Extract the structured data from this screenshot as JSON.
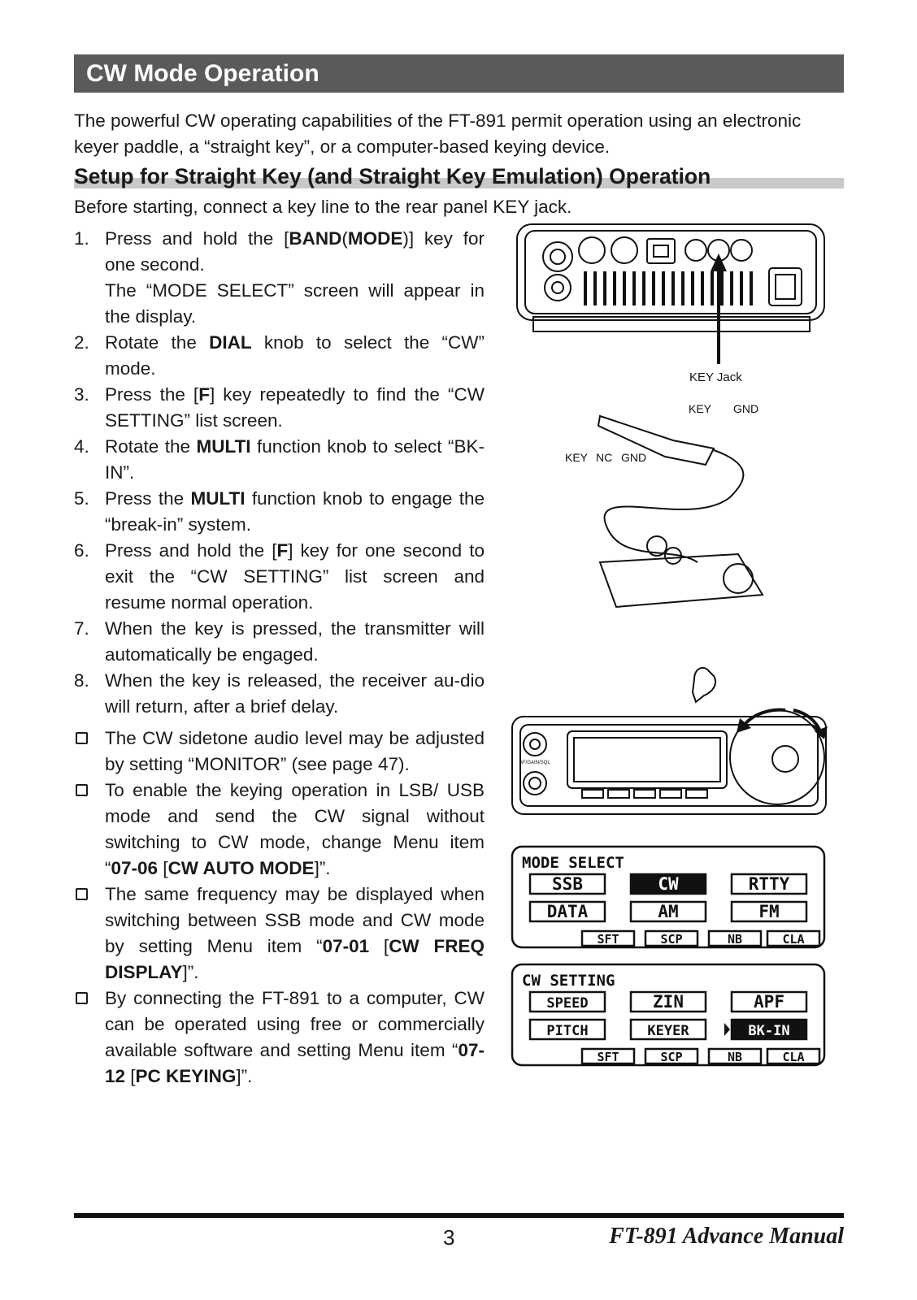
{
  "page_title": "CW Mode Operation",
  "intro": "The powerful CW operating capabilities of the FT-891 permit operation using an electronic keyer paddle, a “straight key”, or a computer-based keying device.",
  "section_title": "Setup for Straight Key (and Straight Key Emulation) Operation",
  "before_starting": "Before starting, connect a key line to the rear panel KEY jack.",
  "steps": [
    {
      "num": "1.",
      "parts": [
        {
          "t": "Press and hold the "
        },
        {
          "t": "[",
          "b": false
        },
        {
          "t": "BAND",
          "b": true
        },
        {
          "t": "("
        },
        {
          "t": "MODE",
          "b": true
        },
        {
          "t": ")] key for one second."
        },
        {
          "br": true
        },
        {
          "t": "The “MODE SELECT” screen will appear in the display."
        }
      ]
    },
    {
      "num": "2.",
      "parts": [
        {
          "t": "Rotate the "
        },
        {
          "t": "DIAL",
          "b": true
        },
        {
          "t": " knob to select the “CW” mode."
        }
      ]
    },
    {
      "num": "3.",
      "parts": [
        {
          "t": "Press the ["
        },
        {
          "t": "F",
          "b": true
        },
        {
          "t": "] key repeatedly to find the “CW SETTING” list screen."
        }
      ]
    },
    {
      "num": "4.",
      "parts": [
        {
          "t": "Rotate the "
        },
        {
          "t": "MULTI",
          "b": true
        },
        {
          "t": " function knob to select “BK-IN”."
        }
      ]
    },
    {
      "num": "5.",
      "parts": [
        {
          "t": "Press the "
        },
        {
          "t": "MULTI",
          "b": true
        },
        {
          "t": " function knob to engage the “break-in” system."
        }
      ]
    },
    {
      "num": "6.",
      "parts": [
        {
          "t": "Press and hold the ["
        },
        {
          "t": "F",
          "b": true
        },
        {
          "t": "] key for one second to exit the “CW SETTING” list screen and resume normal operation."
        }
      ]
    },
    {
      "num": "7.",
      "parts": [
        {
          "t": "When the key is pressed, the transmitter will automatically be engaged."
        }
      ]
    },
    {
      "num": "8.",
      "parts": [
        {
          "t": "When the key is released, the receiver au-dio will return, after a brief delay."
        }
      ]
    }
  ],
  "notes": [
    {
      "parts": [
        {
          "t": "The CW sidetone audio level may be adjusted by setting “MONITOR” (see page 47)."
        }
      ]
    },
    {
      "parts": [
        {
          "t": "To enable the keying operation in LSB/ USB mode and send the CW signal without switching to CW mode, change Menu item “"
        },
        {
          "t": "07-06",
          "b": true
        },
        {
          "t": " ["
        },
        {
          "t": "CW AUTO MODE",
          "b": true
        },
        {
          "t": "]”."
        }
      ]
    },
    {
      "parts": [
        {
          "t": "The same frequency may be displayed when switching between SSB mode and CW mode by setting Menu item “"
        },
        {
          "t": "07-01",
          "b": true
        },
        {
          "t": " ["
        },
        {
          "t": "CW FREQ DISPLAY",
          "b": true
        },
        {
          "t": "]”."
        }
      ]
    },
    {
      "parts": [
        {
          "t": "By connecting the FT-891 to a computer, CW can be operated using free or commercially available software and setting Menu item “"
        },
        {
          "t": "07-12",
          "b": true
        },
        {
          "t": " ["
        },
        {
          "t": "PC KEYING",
          "b": true
        },
        {
          "t": "]”."
        }
      ]
    }
  ],
  "illustration": {
    "key_jack_label": "KEY Jack",
    "plug_labels": {
      "key": "KEY",
      "gnd": "GND"
    },
    "plug_tip_labels": {
      "key": "KEY",
      "nc": "NC",
      "gnd": "GND"
    },
    "front_panel_label": "AF/GAIN/SQL"
  },
  "mode_select_screen": {
    "title": "MODE SELECT",
    "row1": [
      "SSB",
      "CW",
      "RTTY"
    ],
    "row2": [
      "DATA",
      "AM",
      "FM"
    ],
    "selected": "CW",
    "bottom": [
      "SFT",
      "SCP",
      "NB",
      "CLA"
    ]
  },
  "cw_setting_screen": {
    "title": "CW SETTING",
    "row1": [
      "SPEED",
      "ZIN",
      "APF"
    ],
    "row2": [
      "PITCH",
      "KEYER",
      "BK-IN"
    ],
    "selected": "BK-IN",
    "bottom": [
      "SFT",
      "SCP",
      "NB",
      "CLA"
    ]
  },
  "footer": {
    "page_number": "3",
    "manual_title": "FT-891 Advance Manual"
  }
}
